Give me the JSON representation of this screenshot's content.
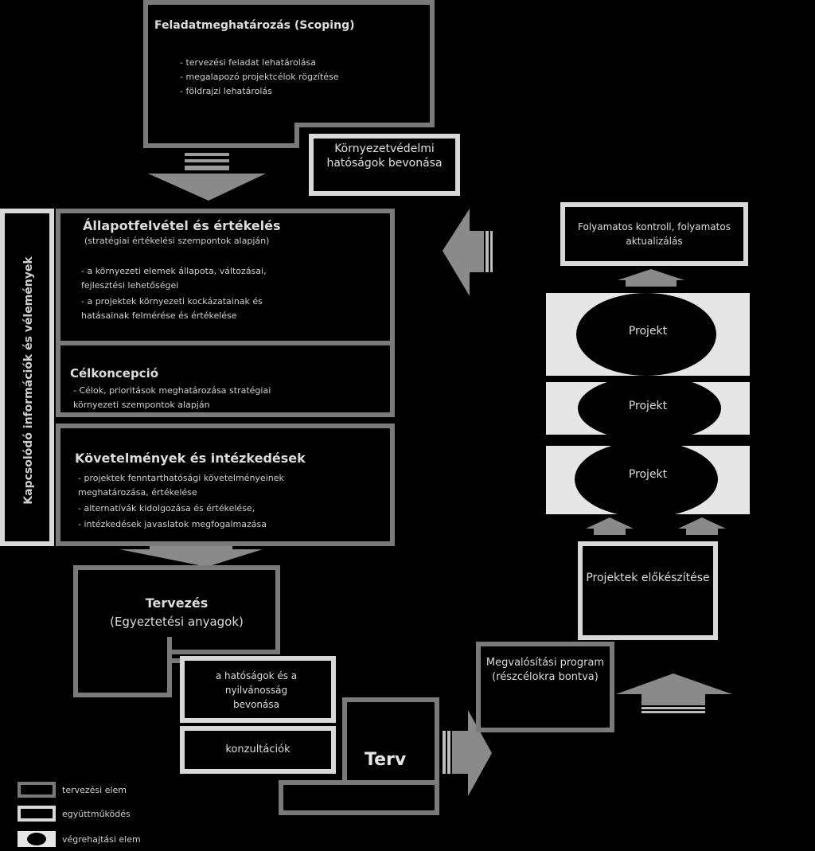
{
  "scoping": {
    "title": "Feladatmeghatározás (Scoping)",
    "items": [
      "- tervezési feladat lehatárolása",
      "- megalapozó projektcélok rögzítése",
      "- földrajzi lehatárolás"
    ]
  },
  "env_authorities": "Környezetvédelmi hatóságok bevonása",
  "assessment": {
    "title": "Állapotfelvétel és értékelés",
    "subtitle": "(stratégiai értékelési szempontok alapján)",
    "items": [
      "- a környezeti elemek állapota, változásai,",
      "  fejlesztési lehetőségei",
      "- a projektek környezeti kockázatainak és",
      "  hatásainak felmérése és értékelése"
    ]
  },
  "goal_concept": {
    "title": "Célkoncepció",
    "items": [
      "- Célok, prioritások meghatározása stratégiai",
      "  környezeti szempontok alapján"
    ]
  },
  "requirements": {
    "title": "Követelmények és intézkedések",
    "items": [
      "- projektek fenntarthatósági követelményeinek",
      "  meghatározása, értékelése",
      "- alternatívák kidolgozása és értékelése,",
      "- intézkedések javaslatok megfogalmazása"
    ]
  },
  "side_label": "Kapcsolódó információk és vélemények",
  "planning": {
    "title": "Tervezés",
    "subtitle": "(Egyeztetési anyagok)"
  },
  "public_involvement": "a hatóságok és a nyilvánosság bevonása",
  "consultation": "konzultációk",
  "plan": "Terv",
  "implementation": "Megvalósítási program (részcélokra bontva)",
  "project_prep": "Projektek előkészítése",
  "projects": [
    "Projekt",
    "Projekt",
    "Projekt"
  ],
  "monitoring": "Folyamatos kontroll, folyamatos aktualizálás",
  "legend": [
    {
      "label": "tervezési elem"
    },
    {
      "label": "együttműködés"
    },
    {
      "label": "végrehajtási elem"
    }
  ],
  "colors": {
    "background": "#000000",
    "planning_border": "#7a7a7a",
    "cooperation_border": "#d8d8d8",
    "arrow": "#8a8a8a"
  }
}
